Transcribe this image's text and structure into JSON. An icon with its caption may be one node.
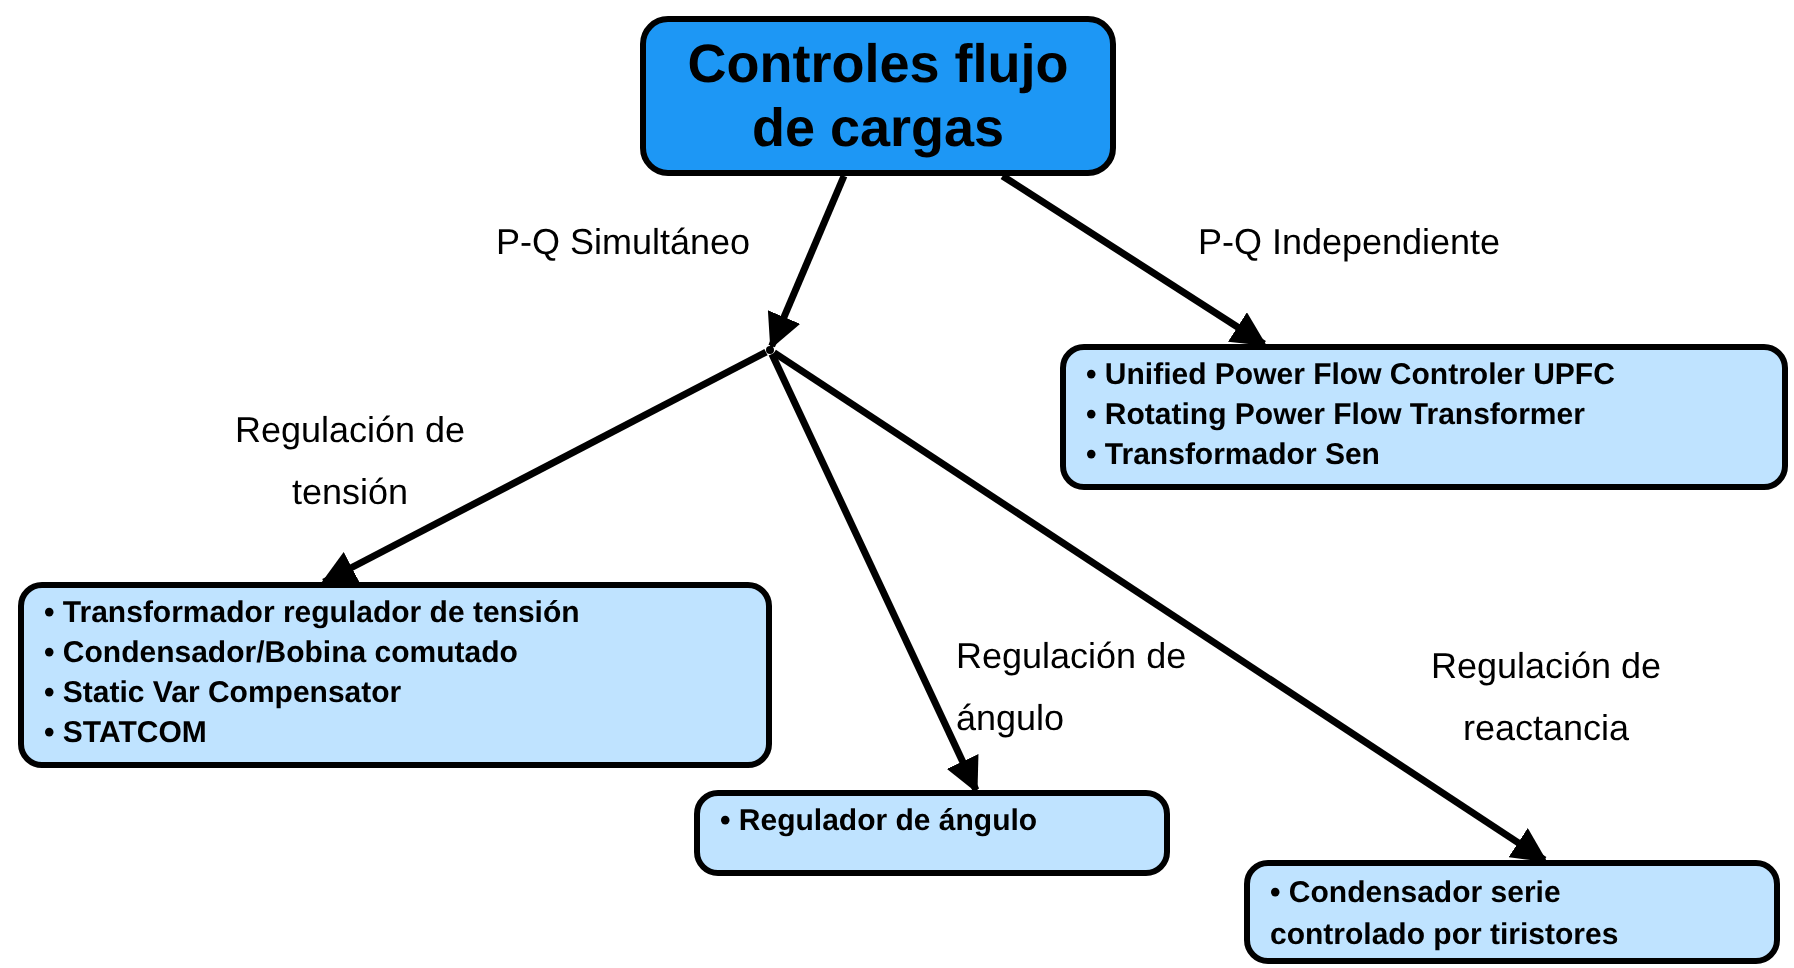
{
  "diagram": {
    "nodes": [
      {
        "text": [
          "Controles flujo de cargas"
        ]
      },
      {
        "text": [],
        "shape": "point"
      },
      {
        "text": [
          "• Unified Power Flow Controler UPFC",
          "• Rotating Power Flow Transformer",
          "• Transformador Sen"
        ]
      },
      {
        "text": [
          "• Transformador regulador de tensión",
          "• Condensador/Bobina comutado",
          "• Static Var Compensator",
          "• STATCOM"
        ]
      },
      {
        "text": [
          "• Regulador de ángulo"
        ]
      },
      {
        "text": [
          "• Condensador serie controlado por tiristores"
        ]
      }
    ],
    "edges": [
      {
        "from": 0,
        "to": 1,
        "arrow": "to",
        "label": "P-Q Simultáneo"
      },
      {
        "from": 0,
        "to": 2,
        "arrow": "to",
        "label": "P-Q Independiente"
      },
      {
        "from": 1,
        "to": 3,
        "arrow": "to",
        "label": "Regulación de tensión"
      },
      {
        "from": 1,
        "to": 4,
        "arrow": "to",
        "label": "Regulación de ángulo"
      },
      {
        "from": 1,
        "to": 5,
        "arrow": "to",
        "label": "Regulación de reactancia"
      }
    ]
  }
}
